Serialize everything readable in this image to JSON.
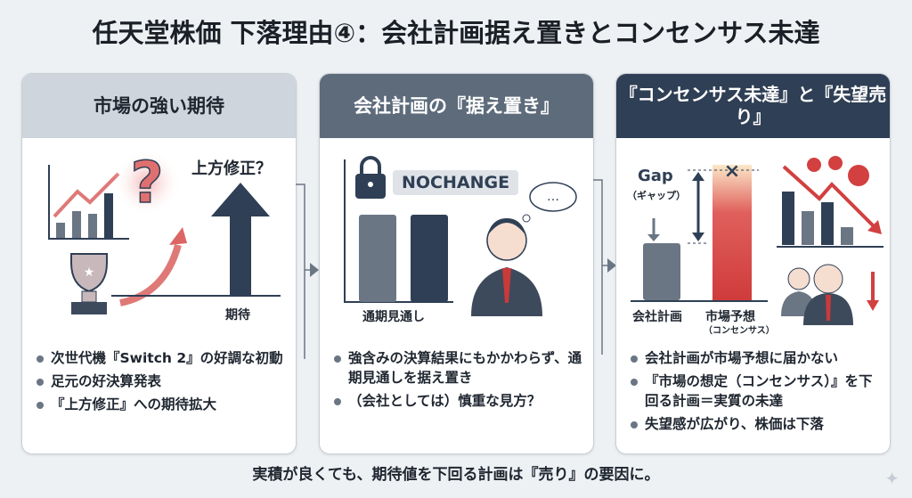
{
  "title": "任天堂株価 下落理由④：会社計画据え置きとコンセンサス未達",
  "panels": [
    {
      "header": "市場の強い期待",
      "labels": {
        "revision": "上方修正？",
        "expectation": "期待"
      },
      "bullets": [
        "次世代機『Switch 2』の好調な初動",
        "足元の好決算発表",
        "『上方修正』への期待拡大"
      ]
    },
    {
      "header": "会社計画の『据え置き』",
      "labels": {
        "badge": "NOCHANGE",
        "outlook": "通期見通し"
      },
      "bullets": [
        "強含みの決算結果にもかかわらず、通期見通しを据え置き",
        "（会社としては）慎重な見方？"
      ]
    },
    {
      "header": "『コンセンサス未達』と『失望売り』",
      "labels": {
        "gap": "Gap",
        "gap_sub": "（ギャップ）",
        "plan": "会社計画",
        "consensus": "市場予想",
        "consensus_sub": "（コンセンサス）"
      },
      "bullets": [
        "会社計画が市場予想に届かない",
        "『市場の想定（コンセンサス）』を下回る計画＝実質の未達",
        "失望感が広がり、株価は下落"
      ]
    }
  ],
  "footer": "実積が良くても、期待値を下回る計画は『売り』の要因に。",
  "colors": {
    "navy": "#2f3f55",
    "slate": "#5d6b7b",
    "red": "#d2403f",
    "bg": "#eef1f4"
  }
}
